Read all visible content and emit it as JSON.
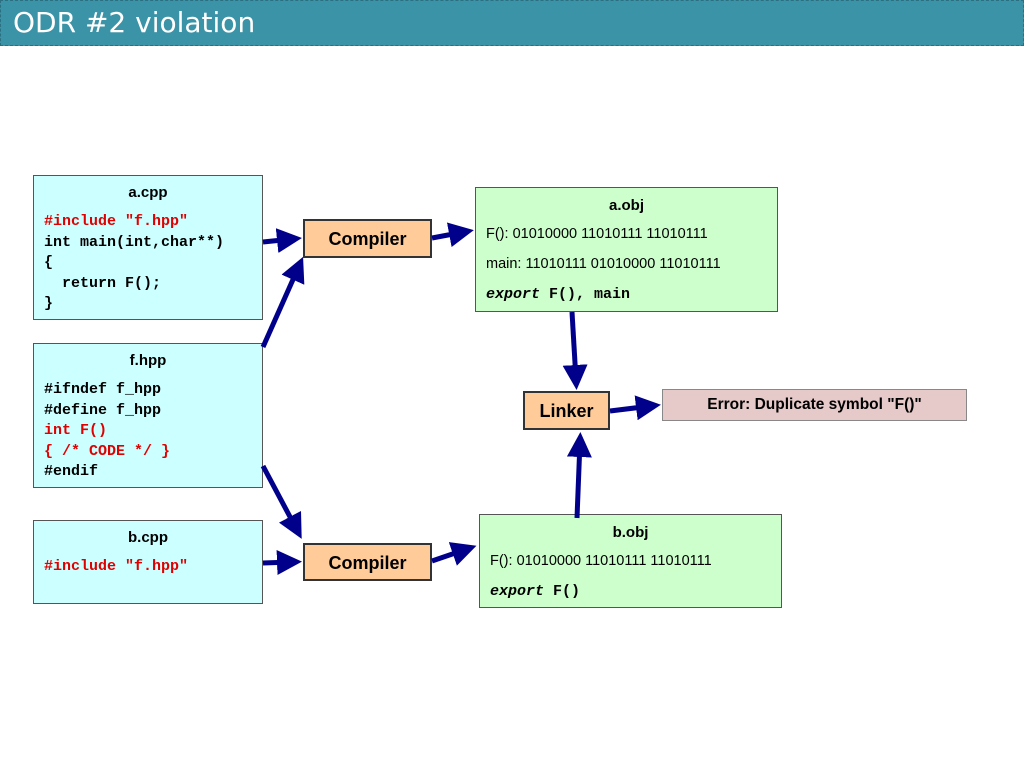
{
  "header": {
    "title": "ODR #2 violation"
  },
  "a_cpp": {
    "title": "a.cpp",
    "lines": [
      "#include \"f.hpp\"",
      "int main(int,char**)",
      "{",
      "  return F();",
      "}"
    ]
  },
  "f_hpp": {
    "title": "f.hpp",
    "lines": [
      "#ifndef f_hpp",
      "#define f_hpp",
      "int F()",
      "{ /* CODE */ }",
      "#endif"
    ]
  },
  "b_cpp": {
    "title": "b.cpp",
    "lines": [
      "#include \"f.hpp\""
    ]
  },
  "compiler_top": {
    "label": "Compiler"
  },
  "compiler_bottom": {
    "label": "Compiler"
  },
  "linker": {
    "label": "Linker"
  },
  "a_obj": {
    "title": "a.obj",
    "f_line": "F(): 01010000 11010111 11010111",
    "main_line": "main: 11010111 01010000 11010111",
    "export_keyword": "export",
    "export_symbols": "F(), main"
  },
  "b_obj": {
    "title": "b.obj",
    "f_line": "F(): 01010000 11010111 11010111",
    "export_keyword": "export",
    "export_symbols": "F()"
  },
  "error": {
    "label": "Error: Duplicate symbol \"F()\""
  },
  "colors": {
    "header": "#3a93a6",
    "source_box": "#ccffff",
    "object_box": "#ccffcc",
    "process_box": "#ffcc99",
    "error_box": "#e6c9c9",
    "arrow": "#00008b",
    "code_highlight": "#e00000"
  }
}
